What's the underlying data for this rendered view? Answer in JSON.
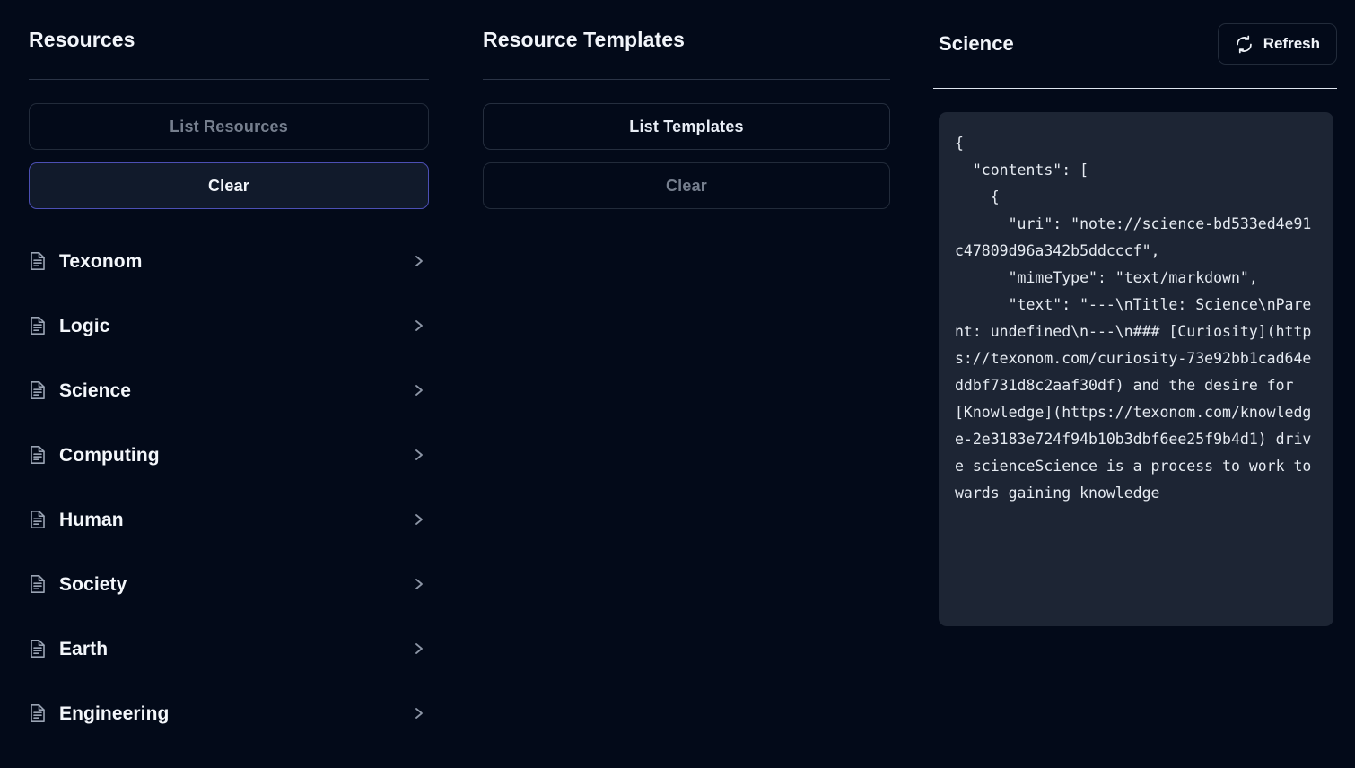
{
  "resources_panel": {
    "title": "Resources",
    "list_button": "List Resources",
    "clear_button": "Clear",
    "items": [
      {
        "label": "Texonom",
        "icon": "document-icon",
        "chevron": "chevron-right-icon"
      },
      {
        "label": "Logic",
        "icon": "document-icon",
        "chevron": "chevron-right-icon"
      },
      {
        "label": "Science",
        "icon": "document-icon",
        "chevron": "chevron-right-icon"
      },
      {
        "label": "Computing",
        "icon": "document-icon",
        "chevron": "chevron-right-icon"
      },
      {
        "label": "Human",
        "icon": "document-icon",
        "chevron": "chevron-right-icon"
      },
      {
        "label": "Society",
        "icon": "document-icon",
        "chevron": "chevron-right-icon"
      },
      {
        "label": "Earth",
        "icon": "document-icon",
        "chevron": "chevron-right-icon"
      },
      {
        "label": "Engineering",
        "icon": "document-icon",
        "chevron": "chevron-right-icon"
      }
    ]
  },
  "templates_panel": {
    "title": "Resource Templates",
    "list_button": "List Templates",
    "clear_button": "Clear"
  },
  "detail_panel": {
    "title": "Science",
    "refresh_label": "Refresh",
    "refresh_icon": "refresh-icon",
    "content": "{\n  \"contents\": [\n    {\n      \"uri\": \"note://science-bd533ed4e91c47809d96a342b5ddcccf\",\n      \"mimeType\": \"text/markdown\",\n      \"text\": \"---\\nTitle: Science\\nParent: undefined\\n---\\n### [Curiosity](https://texonom.com/curiosity-73e92bb1cad64eddbf731d8c2aaf30df) and the desire for [Knowledge](https://texonom.com/knowledge-2e3183e724f94b10b3dbf6ee25f9b4d1) drive scienceScience is a process to work towards gaining knowledge"
  },
  "colors": {
    "background": "#030a19",
    "code_background": "#1d2534",
    "accent_focus": "#4c4fb4",
    "text_primary": "#f2f5fa",
    "text_muted": "#767f8e",
    "border": "#252e3e"
  }
}
